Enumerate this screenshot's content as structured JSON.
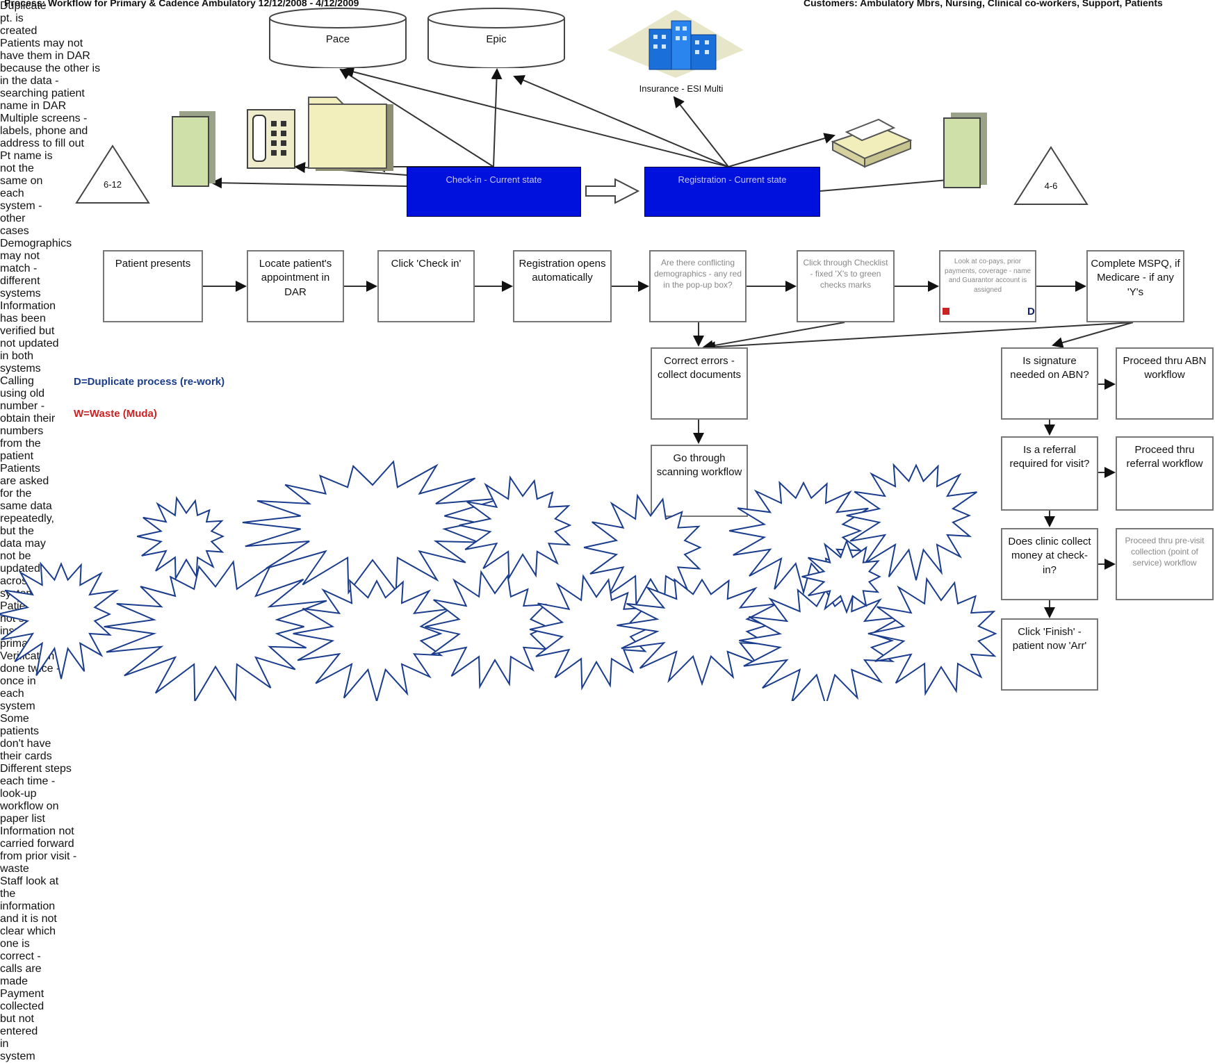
{
  "header": {
    "left": "Process:  Workflow for Primary & Cadence Ambulatory 12/12/2008 - 4/12/2009",
    "right": "Customers:  Ambulatory Mbrs, Nursing, Clinical co-workers, Support, Patients"
  },
  "systems": {
    "db1": "Pace",
    "db2": "Epic",
    "insurance": "Insurance - ESI Multi"
  },
  "current_state": {
    "checkin": "Check-in - Current state",
    "registration": "Registration - Current state"
  },
  "inventory": {
    "left": "6-12",
    "right": "4-6"
  },
  "flow": [
    {
      "text": "Patient presents"
    },
    {
      "text": "Locate patient's appointment in DAR"
    },
    {
      "text": "Click 'Check in'"
    },
    {
      "text": "Registration opens automatically"
    },
    {
      "text": "Are there conflicting demographics - any red in the pop-up box?"
    },
    {
      "text": "Click through Checklist - fixed 'X's to green checks marks"
    },
    {
      "text": "Look at co-pays, prior payments, coverage - name and Guarantor account is assigned"
    },
    {
      "text": "Complete MSPQ, if Medicare - if any 'Y's"
    }
  ],
  "branch": {
    "correct": "Correct errors - collect documents",
    "scan": "Go through scanning workflow",
    "abn_q": "Is signature needed on ABN?",
    "abn_do": "Proceed thru ABN workflow",
    "ref_q": "Is a referral required for visit?",
    "ref_do": "Proceed thru referral workflow",
    "money_q": "Does clinic collect money at check-in?",
    "money_do": "Proceed thru pre-visit collection (point of service) workflow",
    "finish": "Click 'Finish' - patient now 'Arr'"
  },
  "legend": {
    "dup": "D=Duplicate process (re-work)",
    "waste": "W=Waste (Muda)",
    "dup_color": "#1a3c8c",
    "waste_color": "#cc2222"
  },
  "flow_marks": {
    "d": "D"
  },
  "bursts": [
    {
      "text": "Duplicate pt. is created"
    },
    {
      "text": "Patients may not have them in DAR because the other is in the data - searching patient name in DAR"
    },
    {
      "text": "Multiple screens - labels, phone and address to fill out"
    },
    {
      "text": "Pt name is not the same on each system - other cases"
    },
    {
      "text": "Demographics may not match - different systems"
    },
    {
      "text": "Information has been verified but not updated in both systems"
    },
    {
      "text": "Calling using old number - obtain their numbers from the patient"
    },
    {
      "text": "Patients are asked for the same data repeatedly, but the data may not be updated across systems"
    },
    {
      "text": "Patients are not sure which insurance is primary"
    },
    {
      "text": "Verification done twice - once in each system"
    },
    {
      "text": "Some patients don't have their cards"
    },
    {
      "text": "Different steps each time - look-up workflow on paper list"
    },
    {
      "text": "Information not carried forward from prior visit - waste"
    },
    {
      "text": "Staff look at the information and it is not clear which one is correct - calls are made"
    },
    {
      "text": "Payment collected but not entered in system"
    }
  ]
}
